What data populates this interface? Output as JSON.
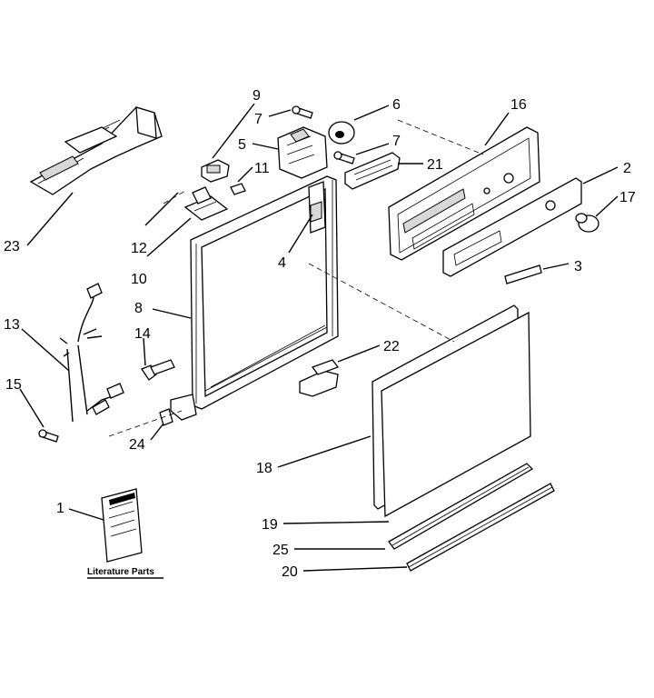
{
  "parts": [
    {
      "id": "p1",
      "label": "1"
    },
    {
      "id": "p2",
      "label": "2"
    },
    {
      "id": "p3",
      "label": "3"
    },
    {
      "id": "p4",
      "label": "4"
    },
    {
      "id": "p5",
      "label": "5"
    },
    {
      "id": "p6",
      "label": "6"
    },
    {
      "id": "p7a",
      "label": "7"
    },
    {
      "id": "p7b",
      "label": "7"
    },
    {
      "id": "p8",
      "label": "8"
    },
    {
      "id": "p9",
      "label": "9"
    },
    {
      "id": "p10",
      "label": "10"
    },
    {
      "id": "p11",
      "label": "11"
    },
    {
      "id": "p12",
      "label": "12"
    },
    {
      "id": "p13",
      "label": "13"
    },
    {
      "id": "p14",
      "label": "14"
    },
    {
      "id": "p15",
      "label": "15"
    },
    {
      "id": "p16",
      "label": "16"
    },
    {
      "id": "p17",
      "label": "17"
    },
    {
      "id": "p18",
      "label": "18"
    },
    {
      "id": "p19",
      "label": "19"
    },
    {
      "id": "p20",
      "label": "20"
    },
    {
      "id": "p21",
      "label": "21"
    },
    {
      "id": "p22",
      "label": "22"
    },
    {
      "id": "p23",
      "label": "23"
    },
    {
      "id": "p24",
      "label": "24"
    },
    {
      "id": "p25",
      "label": "25"
    }
  ],
  "literature_caption": "Literature Parts"
}
